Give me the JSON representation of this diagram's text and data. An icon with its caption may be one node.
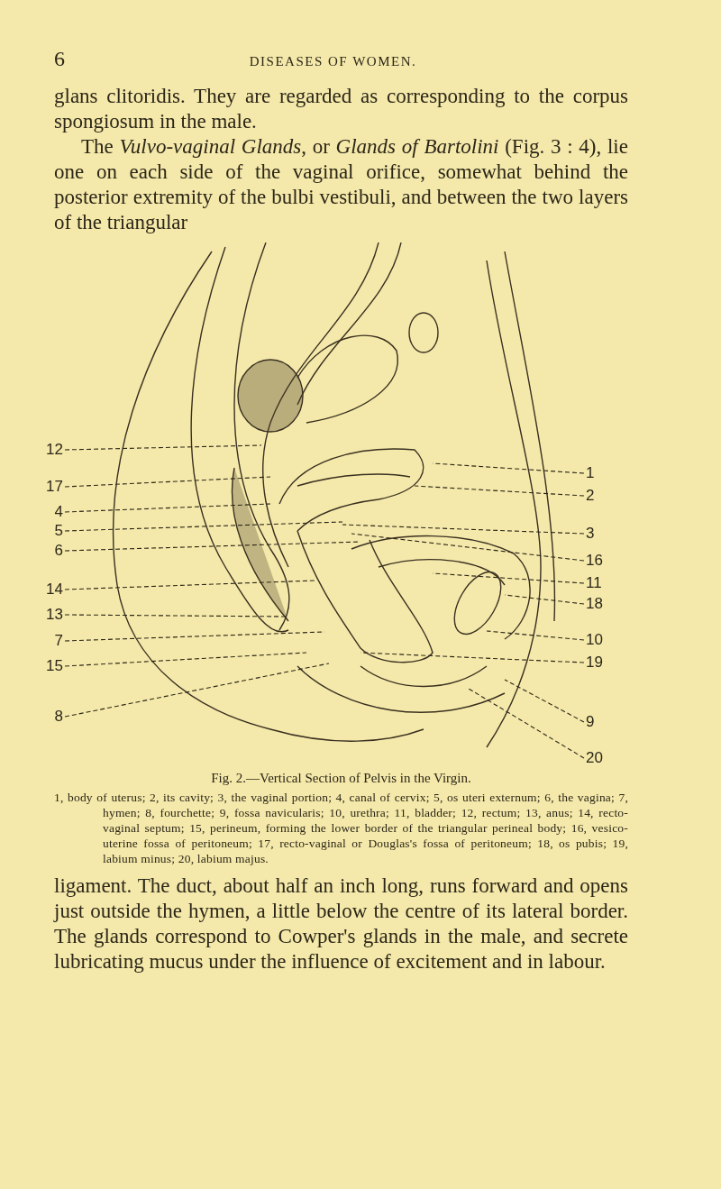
{
  "diagram": {
    "caption": "Fig. 2.—Vertical Section of Pelvis in the Virgin.",
    "nodes": [
      {
        "text": [
          "12"
        ]
      },
      {
        "text": [
          "1"
        ]
      },
      {
        "text": [
          "17"
        ]
      },
      {
        "text": [
          "2"
        ]
      },
      {
        "text": [
          "4"
        ]
      },
      {
        "text": [
          "5"
        ]
      },
      {
        "text": [
          "3"
        ]
      },
      {
        "text": [
          "6"
        ]
      },
      {
        "text": [
          "16"
        ]
      },
      {
        "text": [
          "11"
        ]
      },
      {
        "text": [
          "14"
        ]
      },
      {
        "text": [
          "18"
        ]
      },
      {
        "text": [
          "13"
        ]
      },
      {
        "text": [
          "10"
        ]
      },
      {
        "text": [
          "7"
        ]
      },
      {
        "text": [
          "19"
        ]
      },
      {
        "text": [
          "15"
        ]
      },
      {
        "text": [
          "8"
        ]
      },
      {
        "text": [
          "9"
        ]
      },
      {
        "text": [
          "20"
        ]
      }
    ],
    "edges": [
      {
        "from": 0,
        "to": null,
        "arrow": "none"
      },
      {
        "from": 1,
        "to": null,
        "arrow": "none"
      },
      {
        "from": 2,
        "to": null,
        "arrow": "none"
      },
      {
        "from": 3,
        "to": null,
        "arrow": "none"
      },
      {
        "from": 4,
        "to": null,
        "arrow": "none"
      },
      {
        "from": 5,
        "to": null,
        "arrow": "none"
      },
      {
        "from": 6,
        "to": null,
        "arrow": "none"
      },
      {
        "from": 7,
        "to": null,
        "arrow": "none"
      },
      {
        "from": 8,
        "to": null,
        "arrow": "none"
      },
      {
        "from": 9,
        "to": null,
        "arrow": "none"
      },
      {
        "from": 10,
        "to": null,
        "arrow": "none"
      },
      {
        "from": 11,
        "to": null,
        "arrow": "none"
      },
      {
        "from": 12,
        "to": null,
        "arrow": "none"
      },
      {
        "from": 13,
        "to": null,
        "arrow": "none"
      },
      {
        "from": 14,
        "to": null,
        "arrow": "none"
      },
      {
        "from": 15,
        "to": null,
        "arrow": "none"
      },
      {
        "from": 16,
        "to": null,
        "arrow": "none"
      },
      {
        "from": 17,
        "to": null,
        "arrow": "none"
      },
      {
        "from": 18,
        "to": null,
        "arrow": "none"
      },
      {
        "from": 19,
        "to": null,
        "arrow": "none"
      }
    ],
    "labels": [
      "6",
      "DISEASES OF WOMEN.",
      "glans clitoridis. They are regarded as corresponding to the corpus spongiosum in the male.",
      "The *Vulvo-vaginal Glands*, or *Glands of Bartolini* (Fig. 3 : 4), lie one on each side of the vaginal orifice, somewhat behind the posterior extremity of the bulbi vestibuli, and between the two layers of the triangular",
      "1, body of uterus; 2, its cavity; 3, the vaginal portion; 4, canal of cervix; 5, os uteri externum; 6, the vagina; 7, hymen; 8, fourchette; 9, fossa navicularis; 10, urethra; 11, bladder; 12, rectum; 13, anus; 14, recto-vaginal septum; 15, perineum, forming the lower border of the triangular perineal body; 16, vesico-uterine fossa of peritoneum; 17, recto-vaginal or Douglas's fossa of peritoneum; 18, os pubis; 19, labium minus; 20, labium majus.",
      "ligament. The duct, about half an inch long, runs forward and opens just outside the hymen, a little below the centre of its lateral border. The glands correspond to Cowper's glands in the male, and secrete lubricating mucus under the influence of excitement and in labour."
    ]
  }
}
